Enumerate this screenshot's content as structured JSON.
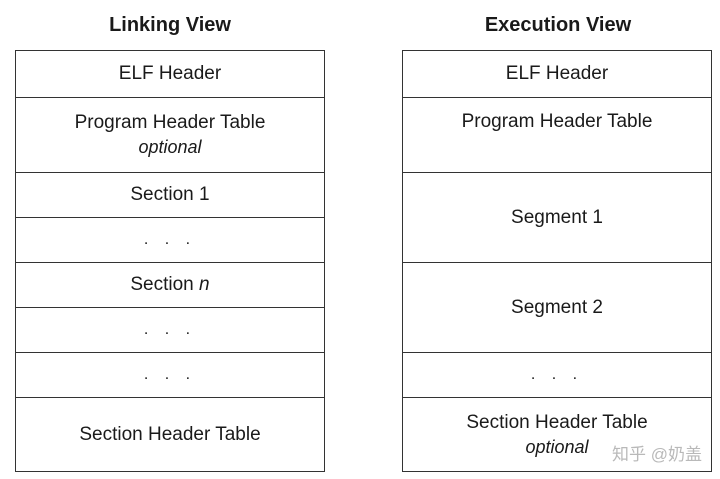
{
  "linking": {
    "title": "Linking View",
    "cells": [
      {
        "label": "ELF Header"
      },
      {
        "label": "Program Header Table",
        "note": "optional"
      },
      {
        "label": "Section 1"
      },
      {
        "label": ". . ."
      },
      {
        "label": "Section ",
        "label_em": "n"
      },
      {
        "label": ". . ."
      },
      {
        "label": ". . ."
      },
      {
        "label": "Section Header Table"
      }
    ]
  },
  "execution": {
    "title": "Execution View",
    "cells": [
      {
        "label": "ELF Header"
      },
      {
        "label": "Program Header Table"
      },
      {
        "label": "Segment 1"
      },
      {
        "label": "Segment 2"
      },
      {
        "label": ". . ."
      },
      {
        "label": "Section Header Table",
        "note": "optional"
      }
    ]
  },
  "watermark": "知乎 @奶盖"
}
